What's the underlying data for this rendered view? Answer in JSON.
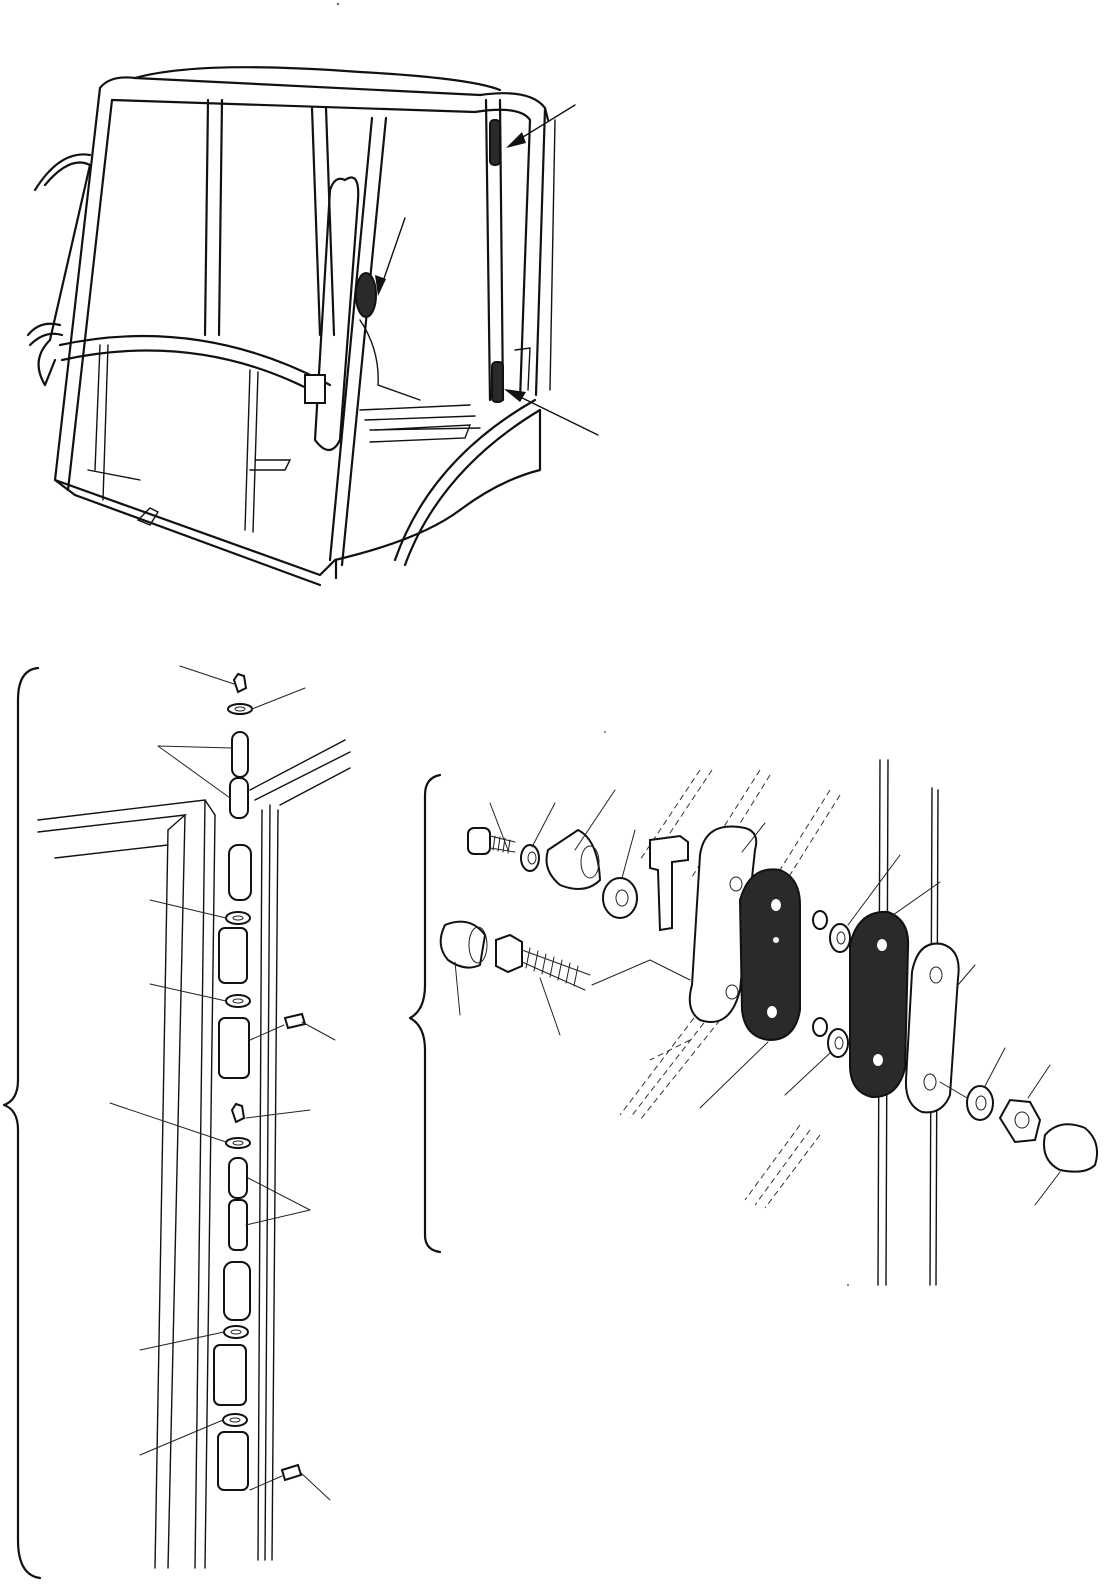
{
  "figure": {
    "views": [
      "cab-overview",
      "door-hinge-exploded",
      "glass-mount-exploded"
    ],
    "icons": {
      "arrow": "arrow-icon",
      "brace": "brace-icon"
    }
  }
}
